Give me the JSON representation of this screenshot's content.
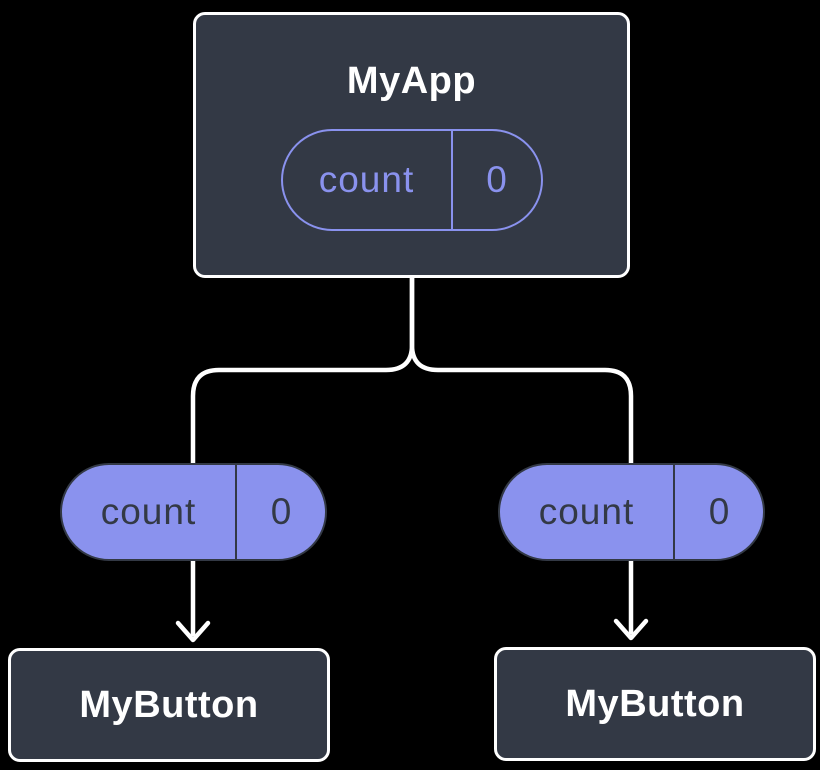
{
  "diagram": {
    "root": {
      "label": "MyApp",
      "state": {
        "name": "count",
        "value": "0"
      }
    },
    "prop_pills": [
      {
        "name": "count",
        "value": "0"
      },
      {
        "name": "count",
        "value": "0"
      }
    ],
    "children": [
      {
        "label": "MyButton"
      },
      {
        "label": "MyButton"
      }
    ],
    "colors": {
      "background": "#000000",
      "node_fill": "#333945",
      "node_border": "#ffffff",
      "accent": "#8a92ee",
      "pill_text": "#333945",
      "connector": "#ffffff",
      "title_text": "#ffffff"
    }
  }
}
